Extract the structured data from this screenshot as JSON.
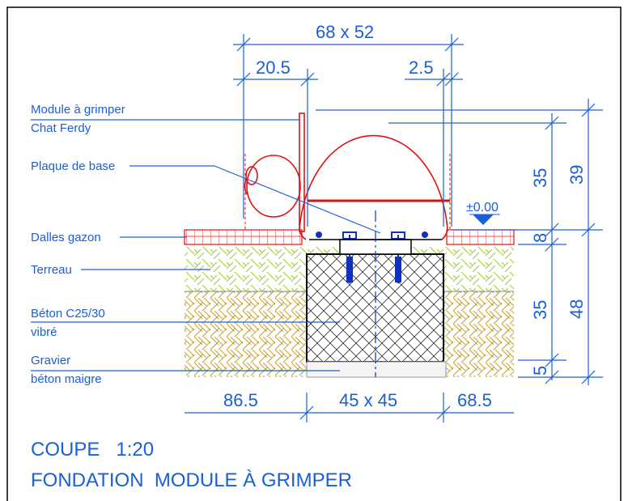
{
  "colors": {
    "dimension": "#1a5fd6",
    "annotation": "#1a5fd6",
    "module": "#e01010",
    "anchor": "#1030c0",
    "concrete_hatch": "#333333",
    "soil_hatch": "#9acd32",
    "gravel_hatch": "#c8a020",
    "frame": "#000000"
  },
  "dimensions": {
    "top_overall": "68 x 52",
    "top_left": "20.5",
    "top_right": "2.5",
    "bottom_left": "86.5",
    "bottom_center": "45 x 45",
    "bottom_right": "68.5",
    "right_upper": "35",
    "right_total_upper": "39",
    "right_slab": "8",
    "right_lower": "35",
    "right_total_lower": "48",
    "right_base": "5",
    "level": "±0.00"
  },
  "labels": {
    "module_line1": "Module à grimper",
    "module_line2": "Chat Ferdy",
    "base_plate": "Plaque de base",
    "grass_slabs": "Dalles gazon",
    "topsoil": "Terreau",
    "concrete_line1": "Béton C25/30",
    "concrete_line2": "vibré",
    "gravel_line1": "Gravier",
    "gravel_line2": "béton maigre"
  },
  "title": {
    "line1": "COUPE   1:20",
    "line2": "FONDATION  MODULE À GRIMPER"
  }
}
